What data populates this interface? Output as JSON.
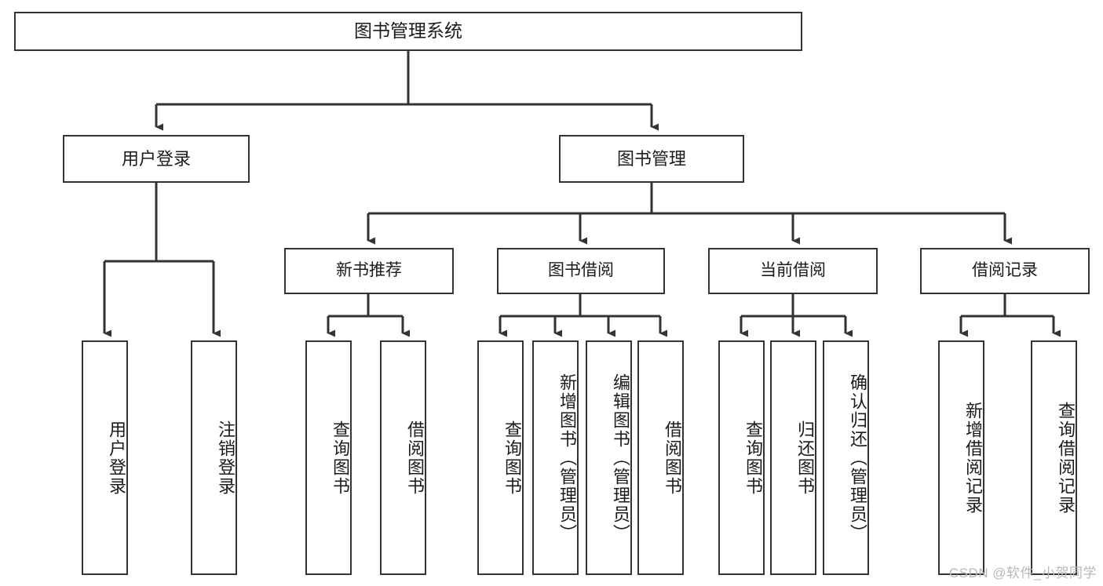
{
  "diagram": {
    "title": "图书管理系统",
    "watermark": "CSDN @软件_小贺同学",
    "accent_color": "#333333",
    "background_color": "#ffffff",
    "nodes": {
      "root": {
        "label": "图书管理系统"
      },
      "level1": [
        {
          "key": "user_login",
          "label": "用户登录"
        },
        {
          "key": "book_manage",
          "label": "图书管理"
        }
      ],
      "level2": [
        {
          "key": "new_book_rec",
          "label": "新书推荐"
        },
        {
          "key": "book_borrow",
          "label": "图书借阅"
        },
        {
          "key": "current_borrow",
          "label": "当前借阅"
        },
        {
          "key": "borrow_record",
          "label": "借阅记录"
        }
      ],
      "leaves": [
        {
          "key": "leaf_user_login",
          "label": "用户登录",
          "parent": "user_login"
        },
        {
          "key": "leaf_user_logout",
          "label": "注销登录",
          "parent": "user_login"
        },
        {
          "key": "leaf_query_book_1",
          "label": "查询图书",
          "parent": "new_book_rec"
        },
        {
          "key": "leaf_borrow_book_1",
          "label": "借阅图书",
          "parent": "new_book_rec"
        },
        {
          "key": "leaf_query_book_2",
          "label": "查询图书",
          "parent": "book_borrow"
        },
        {
          "key": "leaf_add_book",
          "label": "新增图书（管理员）",
          "parent": "book_borrow"
        },
        {
          "key": "leaf_edit_book",
          "label": "编辑图书（管理员）",
          "parent": "book_borrow"
        },
        {
          "key": "leaf_borrow_book_2",
          "label": "借阅图书",
          "parent": "book_borrow"
        },
        {
          "key": "leaf_query_book_3",
          "label": "查询图书",
          "parent": "current_borrow"
        },
        {
          "key": "leaf_return_book",
          "label": "归还图书",
          "parent": "current_borrow"
        },
        {
          "key": "leaf_confirm_return",
          "label": "确认归还（管理员）",
          "parent": "current_borrow"
        },
        {
          "key": "leaf_add_record",
          "label": "新增借阅记录",
          "parent": "borrow_record"
        },
        {
          "key": "leaf_query_record",
          "label": "查询借阅记录",
          "parent": "borrow_record"
        }
      ]
    }
  }
}
